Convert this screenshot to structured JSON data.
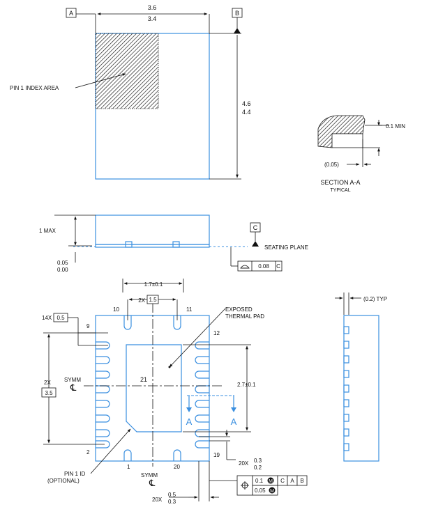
{
  "datum_a": "A",
  "datum_b": "B",
  "datum_c": "C",
  "width_max": "3.6",
  "width_min": "3.4",
  "length_max": "4.6",
  "length_min": "4.4",
  "pin1_index_area": "PIN 1 INDEX AREA",
  "section": {
    "min_label": "0.1 MIN",
    "gap_label": "(0.05)",
    "title": "SECTION A-A",
    "subtitle": "TYPICAL"
  },
  "side": {
    "height_max": "1 MAX",
    "standoff_max": "0.05",
    "standoff_min": "0.00",
    "seating_plane": "SEATING PLANE",
    "flatness_value": "0.08",
    "flatness_datum": "C"
  },
  "bottom": {
    "pad_span": "1.7±0.1",
    "pitch_count": "2X",
    "pitch_value": "1.5",
    "pin10": "10",
    "pin11": "11",
    "pin12": "12",
    "pin9": "9",
    "pin2": "2",
    "pin1": "1",
    "pin20": "20",
    "pin19": "19",
    "pin21": "21",
    "lead_pitch_count": "14X",
    "lead_pitch_value": "0.5",
    "row_count": "2X",
    "row_value": "3.5",
    "symm": "SYMM",
    "cl": "℄",
    "exposed_pad_1": "EXPOSED",
    "exposed_pad_2": "THERMAL PAD",
    "pad_length": "2.7±0.1",
    "section_mark": "A",
    "lead_len_count": "20X",
    "lead_len_max": "0.3",
    "lead_len_min": "0.2",
    "lead_w_count": "20X",
    "lead_w_max": "0.5",
    "lead_w_min": "0.3",
    "pin1_id_1": "PIN 1 ID",
    "pin1_id_2": "(OPTIONAL)",
    "tol1_value": "0.1",
    "tol1_datums": [
      "C",
      "A",
      "B"
    ],
    "tol2_value": "0.05"
  },
  "end_view": {
    "typ_label": "(0.2) TYP"
  }
}
